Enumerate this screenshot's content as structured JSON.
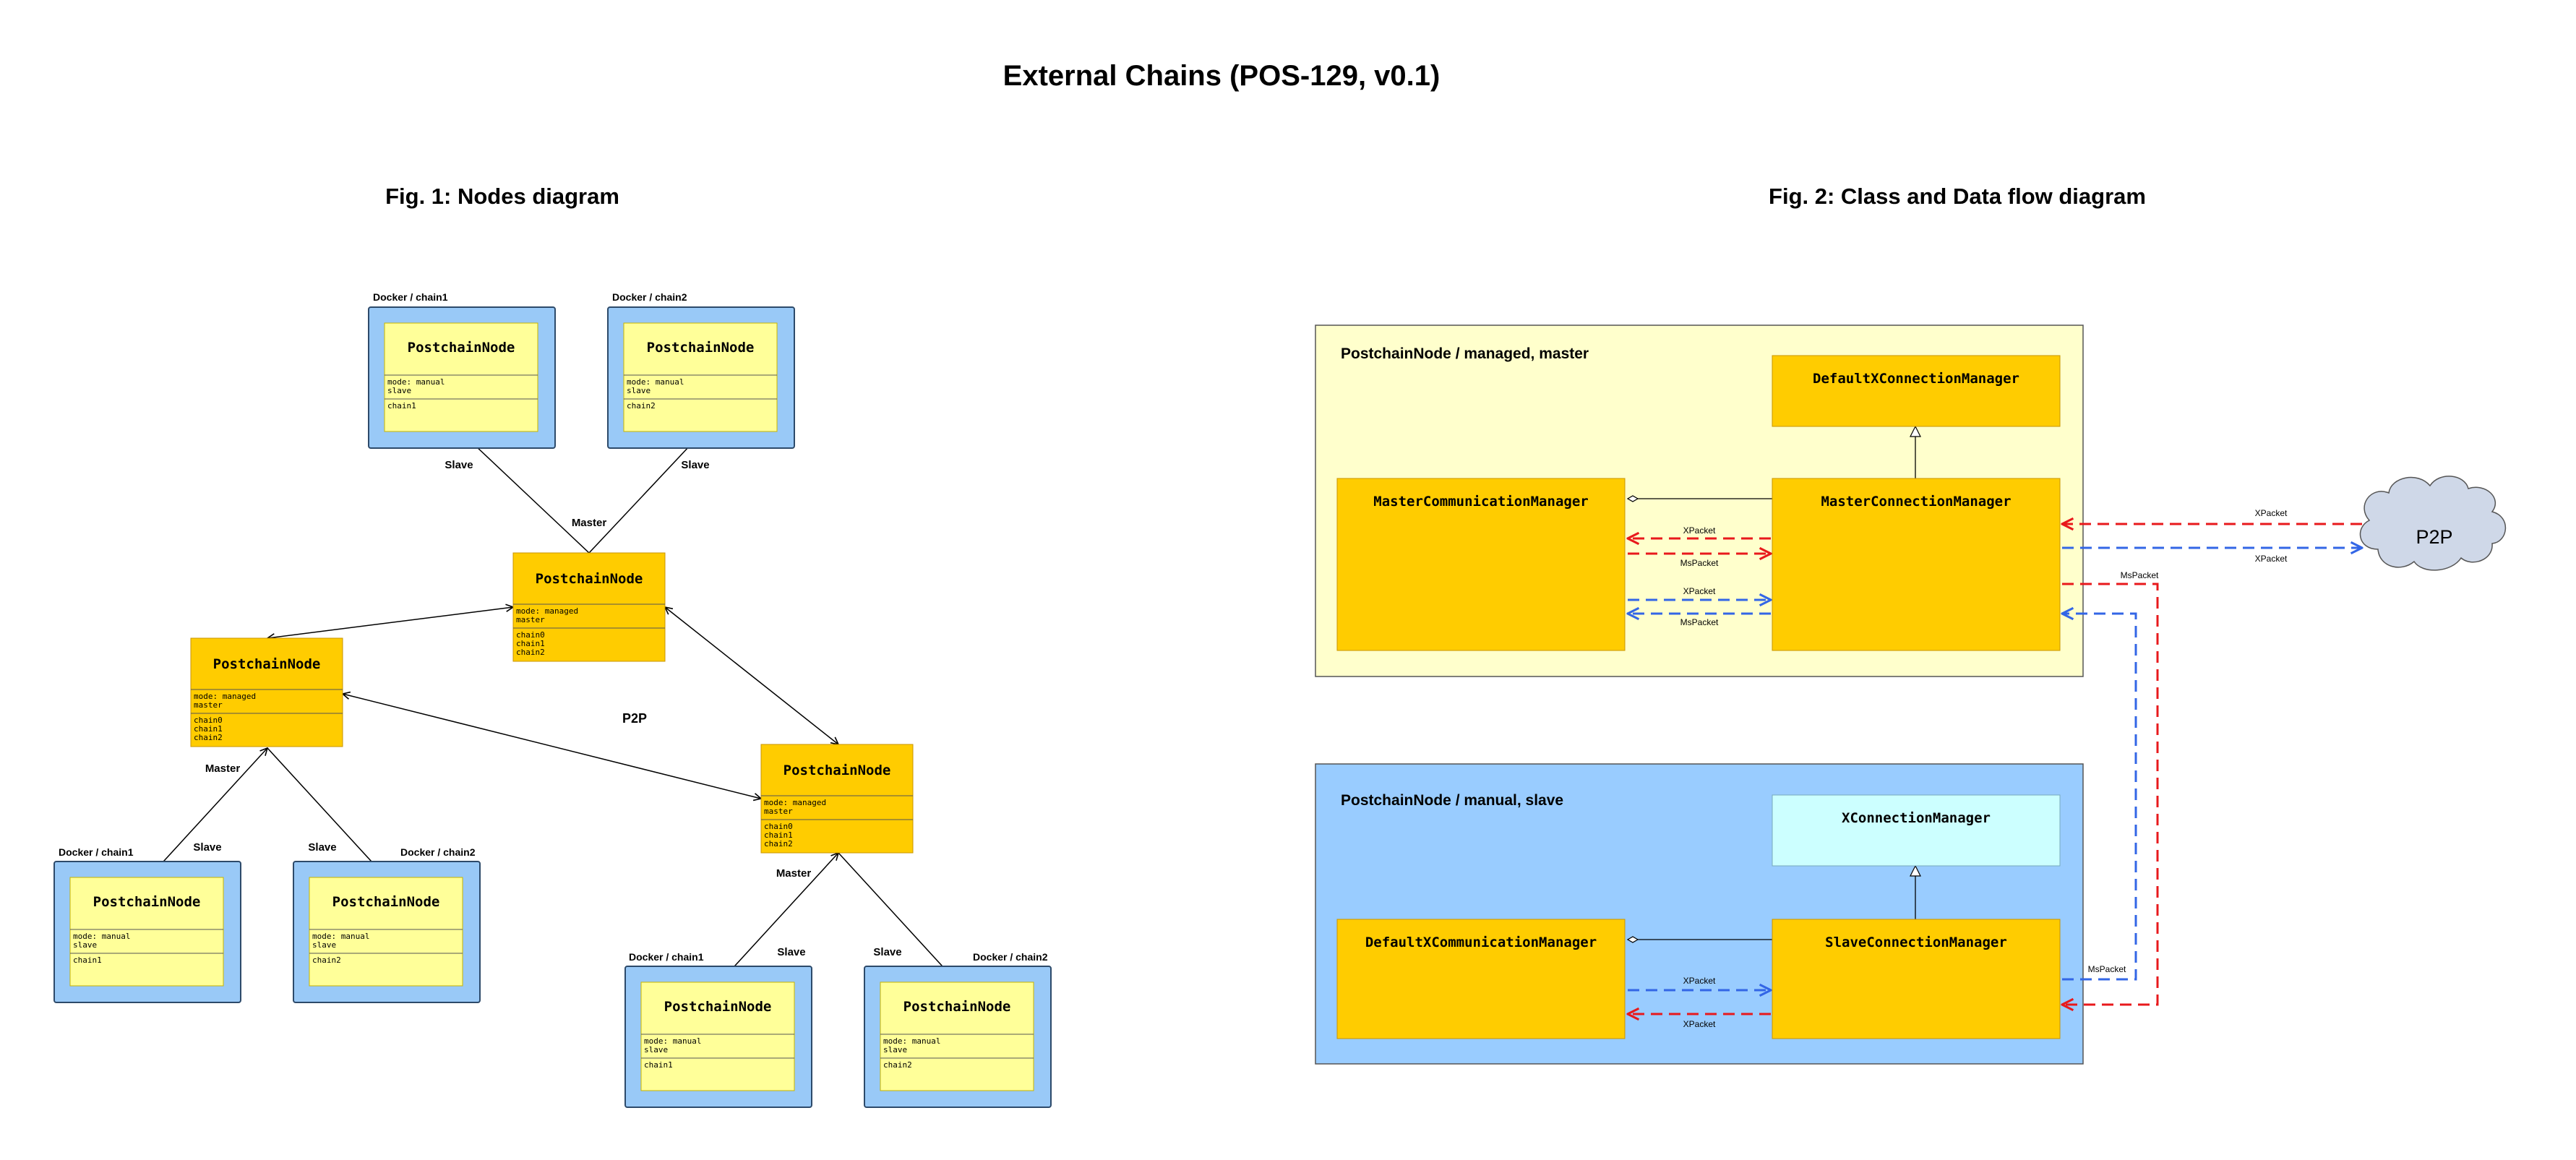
{
  "title": "External Chains (POS-129, v0.1)",
  "fig1": {
    "title": "Fig. 1: Nodes diagram",
    "center_label": "P2P",
    "masters": [
      {
        "name": "PostchainNode",
        "attrs": [
          "mode: managed",
          "master"
        ],
        "chains": [
          "chain0",
          "chain1",
          "chain2"
        ],
        "label": "Master"
      },
      {
        "name": "PostchainNode",
        "attrs": [
          "mode: managed",
          "master"
        ],
        "chains": [
          "chain0",
          "chain1",
          "chain2"
        ],
        "label": "Master"
      },
      {
        "name": "PostchainNode",
        "attrs": [
          "mode: managed",
          "master"
        ],
        "chains": [
          "chain0",
          "chain1",
          "chain2"
        ],
        "label": "Master"
      }
    ],
    "slaves": [
      {
        "docker": "Docker / chain1",
        "name": "PostchainNode",
        "attrs": [
          "mode: manual",
          "slave"
        ],
        "chains": [
          "chain1"
        ],
        "edge": "Slave"
      },
      {
        "docker": "Docker / chain2",
        "name": "PostchainNode",
        "attrs": [
          "mode: manual",
          "slave"
        ],
        "chains": [
          "chain2"
        ],
        "edge": "Slave"
      },
      {
        "docker": "Docker / chain1",
        "name": "PostchainNode",
        "attrs": [
          "mode: manual",
          "slave"
        ],
        "chains": [
          "chain1"
        ],
        "edge": "Slave"
      },
      {
        "docker": "Docker / chain2",
        "name": "PostchainNode",
        "attrs": [
          "mode: manual",
          "slave"
        ],
        "chains": [
          "chain2"
        ],
        "edge": "Slave"
      },
      {
        "docker": "Docker / chain1",
        "name": "PostchainNode",
        "attrs": [
          "mode: manual",
          "slave"
        ],
        "chains": [
          "chain1"
        ],
        "edge": "Slave"
      },
      {
        "docker": "Docker / chain2",
        "name": "PostchainNode",
        "attrs": [
          "mode: manual",
          "slave"
        ],
        "chains": [
          "chain2"
        ],
        "edge": "Slave"
      }
    ]
  },
  "fig2": {
    "title": "Fig. 2: Class and Data flow diagram",
    "master_group": "PostchainNode / managed, master",
    "slave_group": "PostchainNode / manual, slave",
    "classes": {
      "default_x_conn_mgr": "DefaultXConnectionManager",
      "master_comm_mgr": "MasterCommunicationManager",
      "master_conn_mgr": "MasterConnectionManager",
      "x_conn_mgr": "XConnectionManager",
      "default_x_comm_mgr": "DefaultXCommunicationManager",
      "slave_conn_mgr": "SlaveConnectionManager"
    },
    "cloud": "P2P",
    "flows": {
      "xpacket": "XPacket",
      "mspacket": "MsPacket"
    }
  },
  "colors": {
    "slave_box": "#99c9f7",
    "node_yellow": "#ffff99",
    "node_orange": "#ffcc00",
    "master_group_bg": "#ffffcc",
    "slave_group_bg": "#99ccff",
    "x_conn_mgr_bg": "#ccffff",
    "red_flow": "#e8191c",
    "blue_flow": "#3366e6"
  }
}
